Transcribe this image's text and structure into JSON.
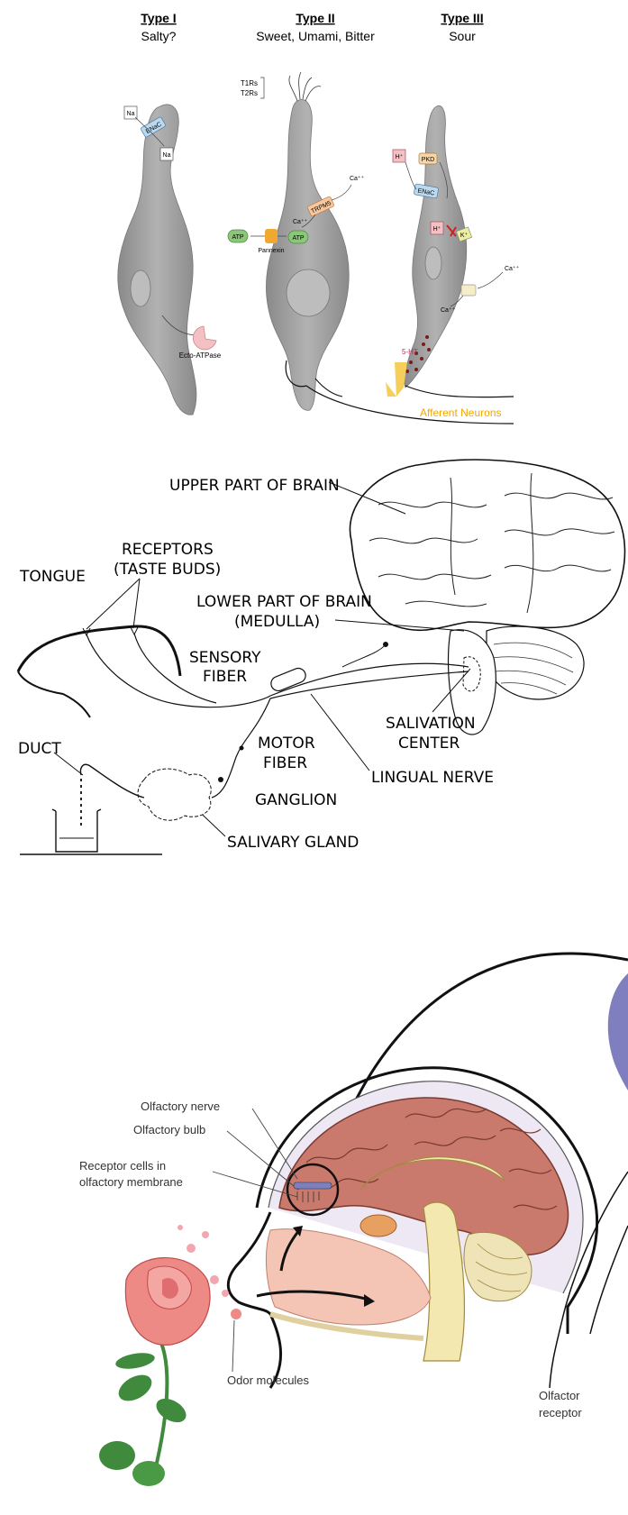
{
  "panel1": {
    "type1": {
      "title": "Type I",
      "subtitle": "Salty?"
    },
    "type2": {
      "title": "Type II",
      "subtitle": "Sweet, Umami, Bitter"
    },
    "type3": {
      "title": "Type III",
      "subtitle": "Sour"
    },
    "labels": {
      "na_top": "Na",
      "enac1": "ENaC",
      "na_inside": "Na",
      "ecto_atpase": "Ecto-ATPase",
      "t1rs": "T1Rs",
      "t2rs": "T2Rs",
      "ca_out_2": "Ca⁺⁺",
      "trpm5": "TRPM5",
      "ca_in_2": "Ca⁺⁺",
      "atp_left": "ATP",
      "atp_right": "ATP",
      "pannexin": "Pannexin",
      "h_top": "H⁺",
      "pkd": "PKD",
      "enac3": "ENaC",
      "h_in": "H⁺",
      "k_ion": "K⁺",
      "ca_out_3": "Ca⁺⁺",
      "ca_in_3": "Ca⁺⁺",
      "ht5": "5-HT",
      "afferent": "Afferent Neurons"
    },
    "colors": {
      "cell": "#9a9a9a",
      "afferent": "#f0a800",
      "enac": "#bcd8ee",
      "atp": "#8cc67a",
      "trpm5": "#f6c7a0",
      "ecto": "#f3c0c4"
    }
  },
  "panel2": {
    "labels": {
      "upper_brain": "UPPER PART OF BRAIN",
      "receptors": "RECEPTORS",
      "taste_buds": "(TASTE BUDS)",
      "tongue": "TONGUE",
      "lower_brain": "LOWER PART OF BRAIN",
      "medulla": "(MEDULLA)",
      "sensory": "SENSORY",
      "fiber1": "FIBER",
      "salivation": "SALIVATION",
      "center": "CENTER",
      "motor": "MOTOR",
      "fiber2": "FIBER",
      "duct": "DUCT",
      "lingual": "LINGUAL NERVE",
      "ganglion": "GANGLION",
      "gland": "SALIVARY GLAND"
    }
  },
  "panel3": {
    "labels": {
      "olf_nerve": "Olfactory nerve",
      "olf_bulb": "Olfactory bulb",
      "receptor1": "Receptor cells in",
      "receptor2": "olfactory membrane",
      "odor": "Odor molecules",
      "cut1": "Olfactor",
      "cut2": "receptor"
    },
    "colors": {
      "brain": "#c97a6c",
      "bone": "#f3e8b0",
      "nose": "#f4c4b4",
      "rose": "#ee8a86",
      "leaf": "#3f8a3c",
      "blue_shape": "#7f7fc0"
    }
  }
}
